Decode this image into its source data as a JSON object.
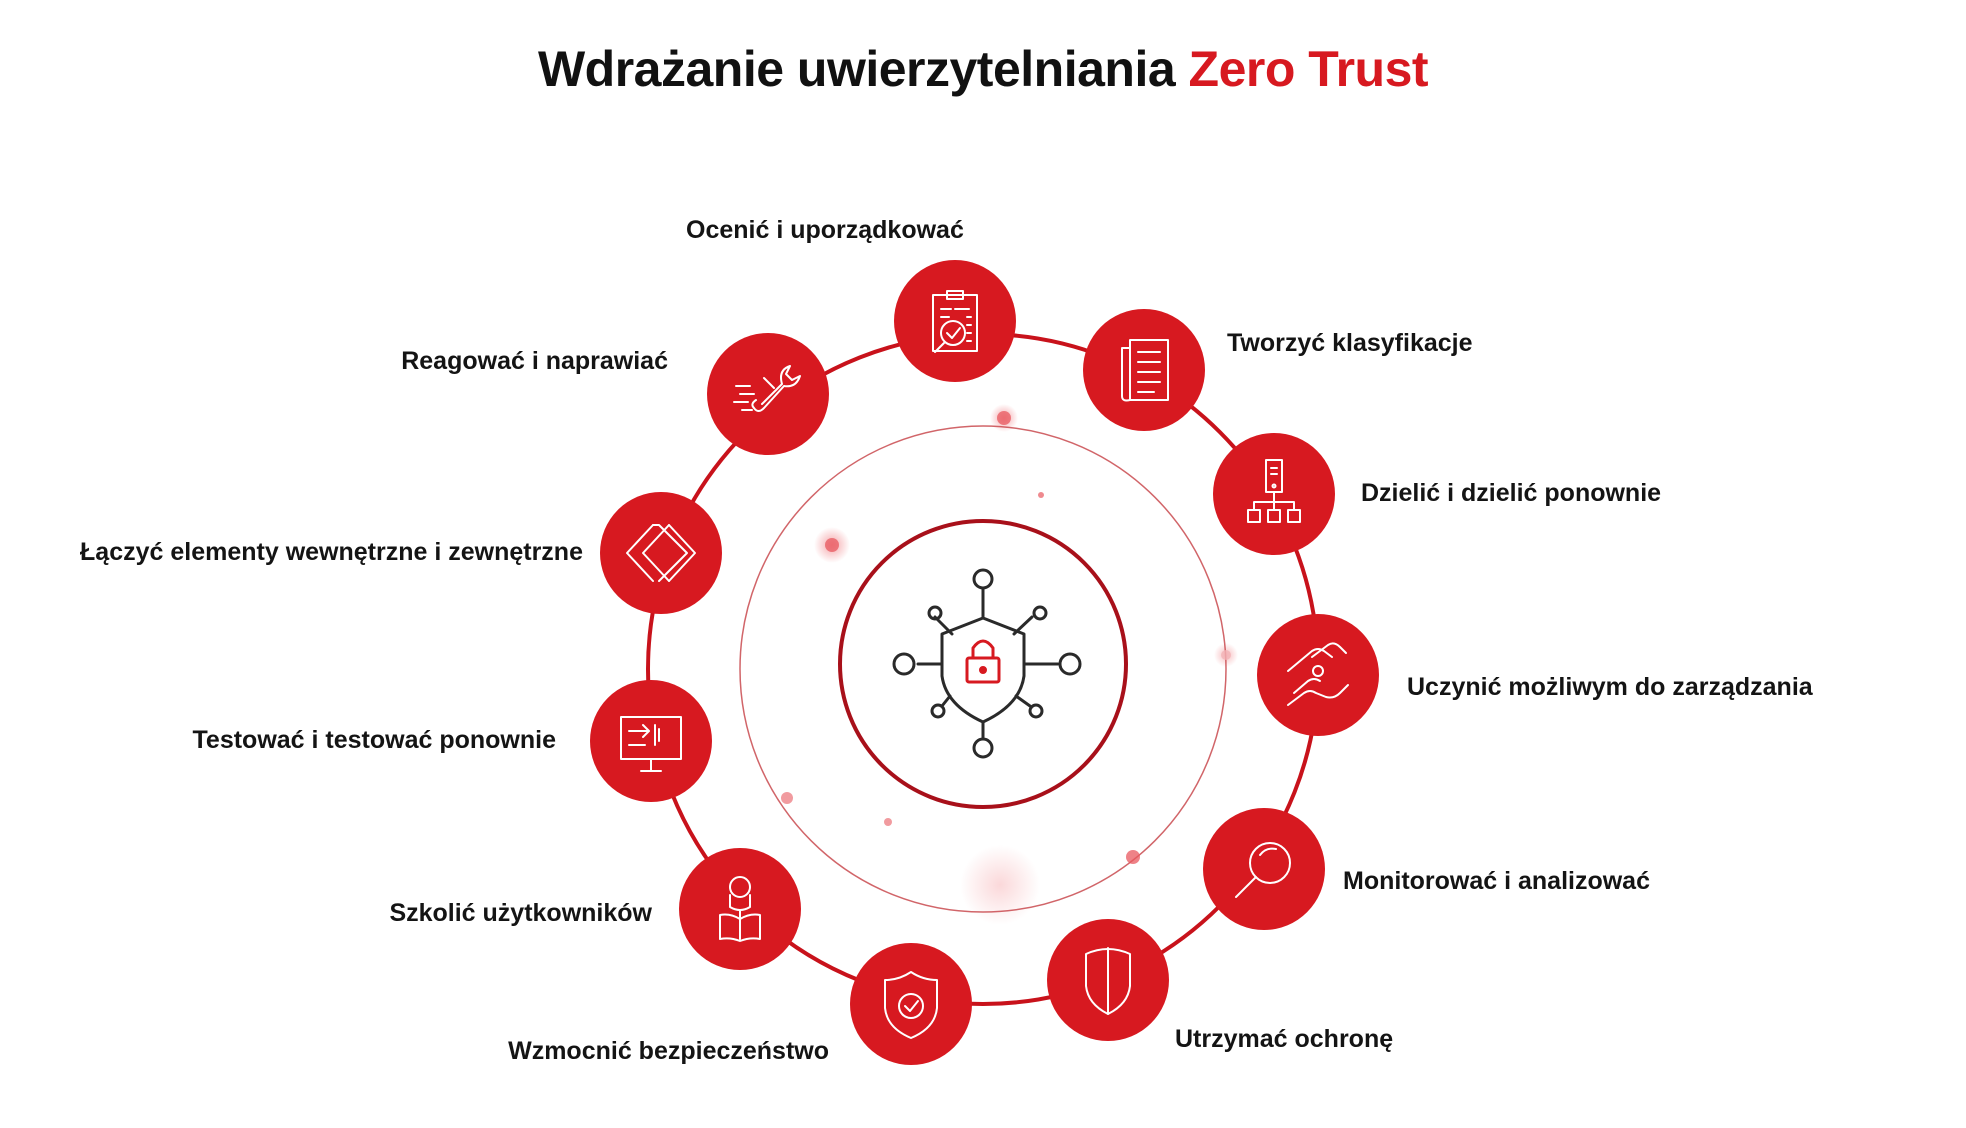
{
  "title": {
    "main": "Wdrażanie uwierzytelniania",
    "accent": "Zero Trust"
  },
  "colors": {
    "accent": "#d71920",
    "ring": "#c8121b",
    "dark_ring": "#a8101a",
    "icon_dark": "#2a2a2a"
  },
  "center": {
    "icon": "network-shield-lock-icon"
  },
  "steps": [
    {
      "label": "Ocenić i uporządkować",
      "icon": "clipboard-check-icon"
    },
    {
      "label": "Tworzyć klasyfikacje",
      "icon": "document-stack-icon"
    },
    {
      "label": "Dzielić i dzielić ponownie",
      "icon": "server-hierarchy-icon"
    },
    {
      "label": "Uczynić możliwym do zarządzania",
      "icon": "hands-handshake-icon"
    },
    {
      "label": "Monitorować i analizować",
      "icon": "magnifier-icon"
    },
    {
      "label": "Utrzymać ochronę",
      "icon": "shield-icon"
    },
    {
      "label": "Wzmocnić bezpieczeństwo",
      "icon": "shield-check-icon"
    },
    {
      "label": "Szkolić użytkowników",
      "icon": "user-book-icon"
    },
    {
      "label": "Testować i testować ponownie",
      "icon": "monitor-test-icon"
    },
    {
      "label": "Łączyć elementy wewnętrzne i zewnętrzne",
      "icon": "linked-squares-icon"
    },
    {
      "label": "Reagować i naprawiać",
      "icon": "wrench-speed-icon"
    }
  ]
}
